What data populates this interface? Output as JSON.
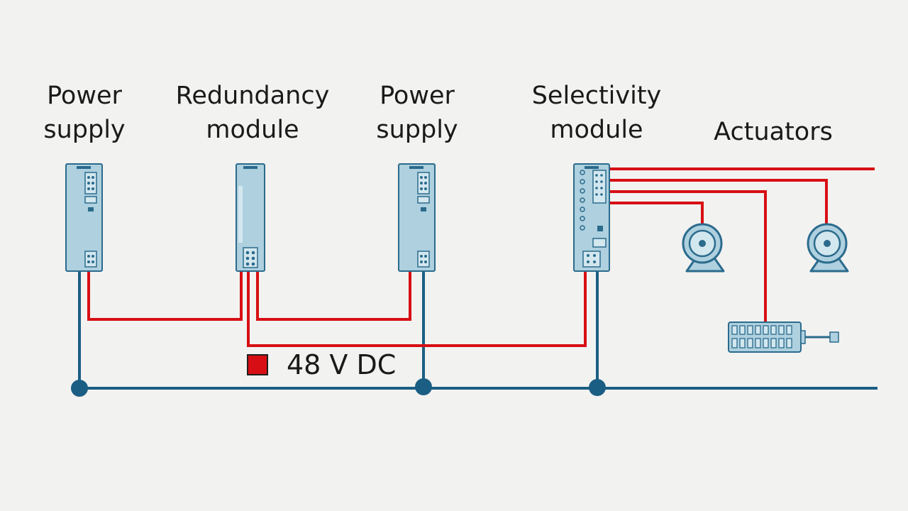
{
  "labels": {
    "power_supply_1": [
      "Power",
      "supply"
    ],
    "redundancy_module": [
      "Redundancy",
      "module"
    ],
    "power_supply_2": [
      "Power",
      "supply"
    ],
    "selectivity_module": [
      "Selectivity",
      "module"
    ],
    "actuators": "Actuators"
  },
  "legend": {
    "label": "48 V DC",
    "color": "#d70f14"
  },
  "colors": {
    "dc_line": "#d70f14",
    "ground_line": "#1b5e83",
    "device_fill": "#aed0df",
    "device_stroke": "#2b6b8c",
    "background": "#f2f2f1"
  }
}
